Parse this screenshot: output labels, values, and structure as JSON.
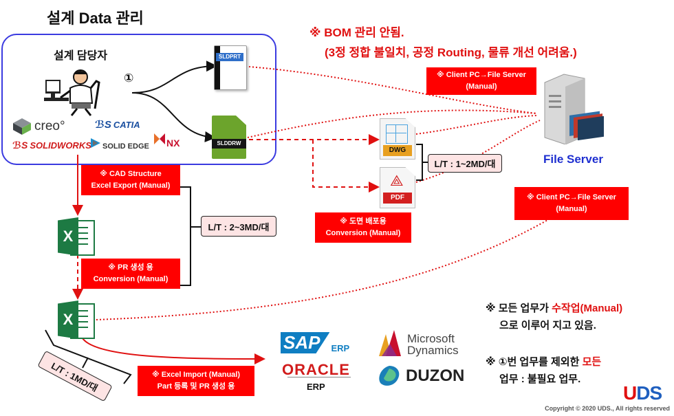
{
  "title": "설계 Data 관리",
  "designer_label": "설계 담당자",
  "step_number": "①",
  "cad_logos": {
    "creo": "creo°",
    "catia": "CATIA",
    "solidworks": "SOLIDWORKS",
    "solid_edge": "SOLID EDGE",
    "nx": "NX"
  },
  "files": {
    "sldprt": "SLDPRT",
    "slddrw": "SLDDRW",
    "dwg": "DWG",
    "pdf": "PDF"
  },
  "headline": {
    "line1": "※ BOM 관리 안됨.",
    "line2": "(3정 정합 불일치, 공정 Routing, 물류 개선 어려움.)"
  },
  "labels": {
    "client_pc_top": [
      "※ Client PC→File Server",
      "(Manual)"
    ],
    "client_pc_mid": [
      "※ Client PC→File Server",
      "(Manual)"
    ],
    "cad_structure": [
      "※ CAD Structure",
      "Excel Export (Manual)"
    ],
    "pr_create": [
      "※ PR 생성 용",
      "Conversion (Manual)"
    ],
    "drawing_dist": [
      "※ 도면 배포용",
      "Conversion (Manual)"
    ],
    "excel_import": [
      "※ Excel Import (Manual)",
      "Part 등록 및 PR 생성 용"
    ]
  },
  "lead_times": {
    "lt_2_3": "L/T : 2~3MD/대",
    "lt_1_2": "L/T : 1~2MD/대",
    "lt_1": "L/T : 1MD/대"
  },
  "file_server_label": "File Server",
  "erp": {
    "sap": "SAP",
    "sap_erp": "ERP",
    "oracle": "ORACLE",
    "oracle_erp": "ERP",
    "microsoft_line1": "Microsoft",
    "microsoft_line2": "Dynamics",
    "duzon": "DUZON"
  },
  "notes": {
    "note1_a": "※ 모든 업무가 ",
    "note1_b": "수작업(Manual)",
    "note1_c": "으로 이루어 지고 있음.",
    "note2_a": "※ ①번 업무를 제외한 ",
    "note2_b": "모든",
    "note2_c": "업무 : 불필요 업무."
  },
  "brand": "UDS",
  "copyright": "Copyright © 2020 UDS., All rights reserved",
  "colors": {
    "accent_red": "#e01010",
    "label_red": "#ff0000",
    "group_border": "#3a3ae0",
    "server_blue": "#1e2fd0",
    "excel_green": "#1d7a43"
  }
}
